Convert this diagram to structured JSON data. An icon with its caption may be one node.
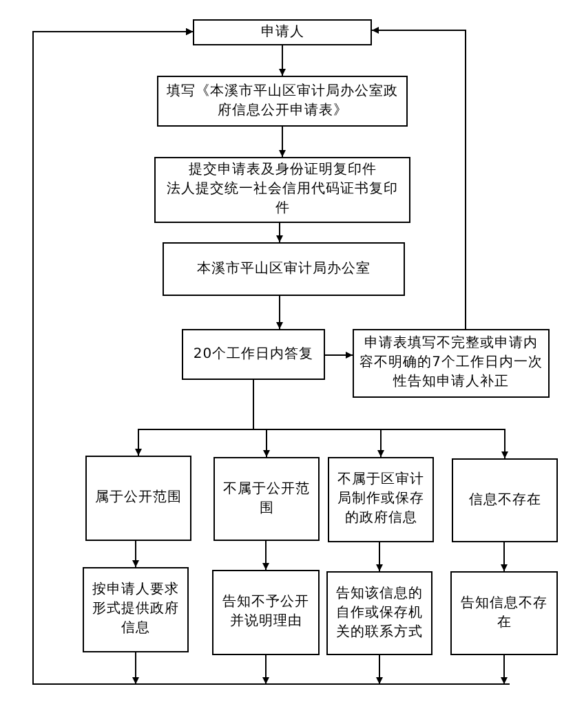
{
  "diagram": {
    "nodes": [
      {
        "text": [
          "申请人"
        ]
      },
      {
        "text": [
          "填写《本溪市平山区审计局办公室政府信息公开申请表》"
        ]
      },
      {
        "text": [
          "提交申请表及身份证明复印件",
          "法人提交统一社会信用代码证书复印件"
        ]
      },
      {
        "text": [
          "本溪市平山区审计局办公室"
        ]
      },
      {
        "text": [
          "20个工作日内答复"
        ]
      },
      {
        "text": [
          "申请表填写不完整或申请内容不明确的7个工作日内一次性告知申请人补正"
        ]
      },
      {
        "text": [
          "属于公开范围"
        ]
      },
      {
        "text": [
          "不属于公开范围"
        ]
      },
      {
        "text": [
          "不属于区审计局制作或保存的政府信息"
        ]
      },
      {
        "text": [
          "信息不存在"
        ]
      },
      {
        "text": [
          "按申请人要求形式提供政府信息"
        ]
      },
      {
        "text": [
          "告知不予公开并说明理由"
        ]
      },
      {
        "text": [
          "告知该信息的自作或保存机关的联系方式"
        ]
      },
      {
        "text": [
          "告知信息不存在"
        ]
      }
    ],
    "edges": [
      {
        "from": 0,
        "to": 1,
        "arrow": "to"
      },
      {
        "from": 1,
        "to": 2,
        "arrow": "to"
      },
      {
        "from": 2,
        "to": 3,
        "arrow": "to"
      },
      {
        "from": 3,
        "to": 4,
        "arrow": "to"
      },
      {
        "from": 4,
        "to": 5,
        "arrow": "to"
      },
      {
        "from": 5,
        "to": 0,
        "arrow": "to"
      },
      {
        "from": 4,
        "to": 6,
        "arrow": "to"
      },
      {
        "from": 4,
        "to": 7,
        "arrow": "to"
      },
      {
        "from": 4,
        "to": 8,
        "arrow": "to"
      },
      {
        "from": 4,
        "to": 9,
        "arrow": "to"
      },
      {
        "from": 6,
        "to": 10,
        "arrow": "to"
      },
      {
        "from": 7,
        "to": 11,
        "arrow": "to"
      },
      {
        "from": 8,
        "to": 12,
        "arrow": "to"
      },
      {
        "from": 9,
        "to": 13,
        "arrow": "to"
      },
      {
        "from": 10,
        "to": 0,
        "arrow": "to"
      },
      {
        "from": 11,
        "to": 0,
        "arrow": "to"
      },
      {
        "from": 12,
        "to": 0,
        "arrow": "to"
      },
      {
        "from": 13,
        "to": 0,
        "arrow": "to"
      }
    ]
  }
}
